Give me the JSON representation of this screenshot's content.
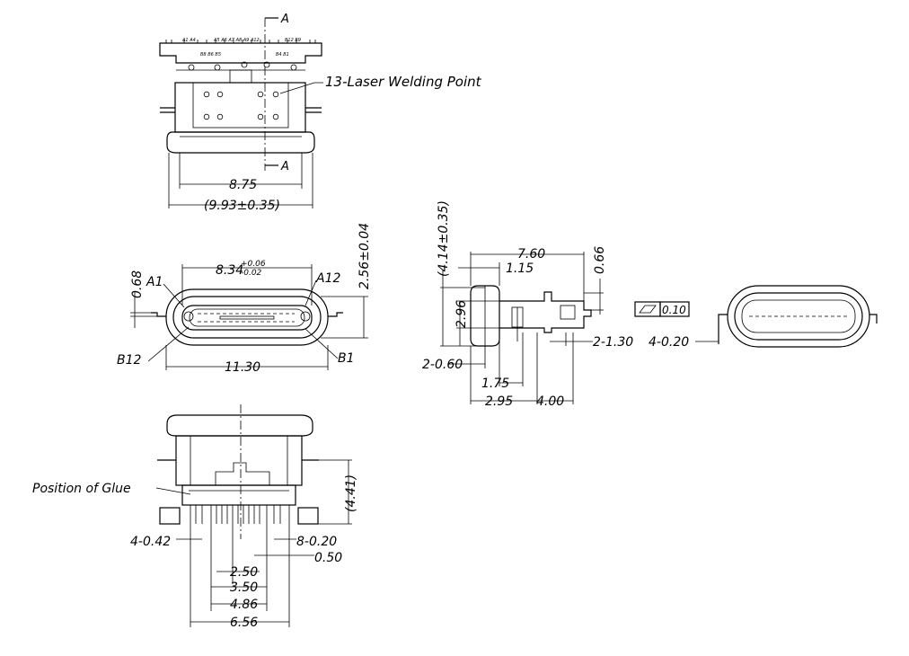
{
  "section_marks": {
    "top": "A",
    "bottom": "A"
  },
  "top_view": {
    "tiny_pin_labels": [
      "A1 A4",
      "A5 A6 A7 A8 A9 A12",
      "B12 B9",
      "B8 B6 B5",
      "B4 B1"
    ],
    "callout": "13-Laser Welding Point",
    "dims": {
      "inner_width": "8.75",
      "outer_width": "(9.93±0.35)"
    }
  },
  "front_view": {
    "labels": {
      "a1": "A1",
      "a12": "A12",
      "b12": "B12",
      "b1": "B1"
    },
    "dims": {
      "opening_width_base": "8.34",
      "opening_tol_plus": "+0.06",
      "opening_tol_minus": "-0.02",
      "opening_height": "2.56±0.04",
      "small_offset": "0.68",
      "overall_width": "11.30"
    }
  },
  "side_view": {
    "dims": {
      "overall_height": "(4.14±0.35)",
      "body_height": "2.96",
      "length": "7.60",
      "flange": "1.15",
      "tail_height": "0.66",
      "tab_thickness": "2-0.60",
      "dim_1_75": "1.75",
      "dim_2_95": "2.95",
      "dim_4_00": "4.00",
      "pin_thickness": "2-1.30"
    }
  },
  "iso_view": {
    "flatness_tolerance": "0.10",
    "leg_width": "4-0.20"
  },
  "bottom_view": {
    "glue_label": "Position of Glue",
    "dims": {
      "height": "(4.41)",
      "tab_width": "4-0.42",
      "pin_width": "8-0.20",
      "pitch": "0.50",
      "d_2_50": "2.50",
      "d_3_50": "3.50",
      "d_4_86": "4.86",
      "d_6_56": "6.56"
    }
  }
}
